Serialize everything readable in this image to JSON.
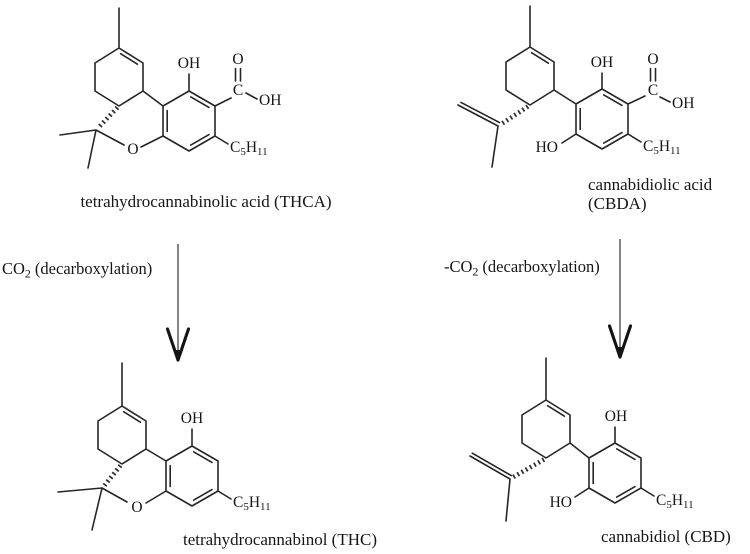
{
  "molecules": {
    "thca": {
      "label": "tetrahydrocannabinolic acid (THCA)"
    },
    "cbda": {
      "label_line1": "cannabidiolic acid",
      "label_line2": "(CBDA)"
    },
    "thc": {
      "label": "tetrahydrocannabinol (THC)"
    },
    "cbd": {
      "label": "cannabidiol (CBD)"
    }
  },
  "reaction_labels": {
    "left": {
      "prefix": "CO",
      "subscript": "2",
      "suffix": "(decarboxylation)"
    },
    "right": {
      "prefix": "-CO",
      "subscript": "2",
      "suffix": "(decarboxylation)"
    }
  },
  "atoms": {
    "oh": "OH",
    "ho": "HO",
    "o": "O",
    "c": "C",
    "pentyl": {
      "c": "C",
      "sub_5": "5",
      "h": "H",
      "sub_11": "11"
    }
  },
  "colors": {
    "ink": "#262626",
    "arrow_shaft": "#5a5a5a",
    "background": "#ffffff"
  }
}
